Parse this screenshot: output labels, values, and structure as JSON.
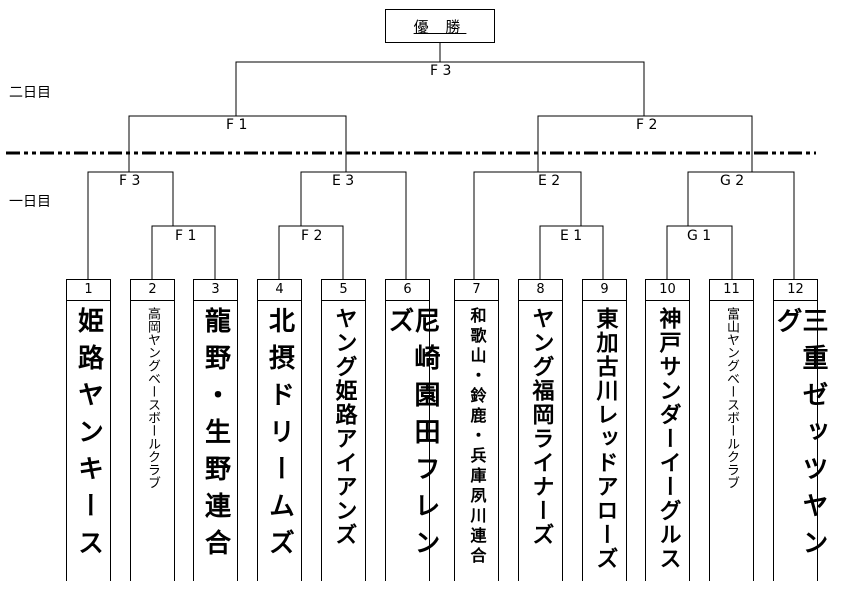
{
  "title": "優 勝",
  "days": {
    "day2": "二日目",
    "day1": "一日目"
  },
  "matches": {
    "F3top": "F 3",
    "F1": "F 1",
    "F2": "F 2",
    "F3": "F 3",
    "E3": "E 3",
    "E2": "E 2",
    "G2": "G 2",
    "F1b": "F 1",
    "F2b": "F 2",
    "E1": "E 1",
    "G1": "G 1"
  },
  "teams": [
    {
      "num": "1",
      "name": "姫路ヤンキース"
    },
    {
      "num": "2",
      "name": "高岡ヤングベースボールクラブ"
    },
    {
      "num": "3",
      "name": "龍野・生野連合"
    },
    {
      "num": "4",
      "name": "北摂ドリームズ"
    },
    {
      "num": "5",
      "name": "ヤング姫路アイアンズ"
    },
    {
      "num": "6",
      "name": "尼崎園田フレンズ"
    },
    {
      "num": "7",
      "name": "和歌山・鈴鹿・兵庫夙川連合"
    },
    {
      "num": "8",
      "name": "ヤング福岡ライナーズ"
    },
    {
      "num": "9",
      "name": "東加古川レッドアローズ"
    },
    {
      "num": "10",
      "name": "神戸サンダーイーグルス"
    },
    {
      "num": "11",
      "name": "富山ヤングベースボールクラブ"
    },
    {
      "num": "12",
      "name": "三重ゼッツヤング"
    }
  ]
}
